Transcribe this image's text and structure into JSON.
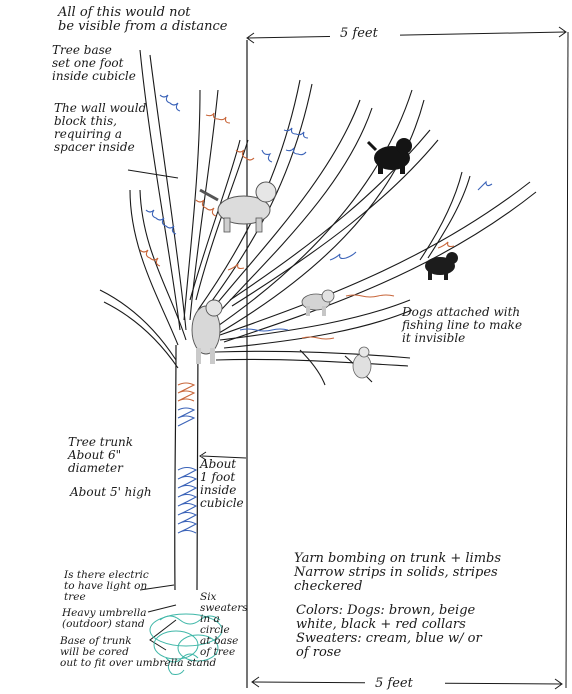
{
  "colors": {
    "ink": "#1a1a1a",
    "yarn_blue": "#3b63b8",
    "yarn_orange": "#c8663a",
    "sweater_teal": "#3fb7a8",
    "dog_white": "#d9d9d9",
    "dog_black": "#141414"
  },
  "dimensions": {
    "top": "5 feet",
    "bottom": "5 feet"
  },
  "notes": {
    "distance": "All of this would not\nbe visible from a distance",
    "tree_base": "Tree base\nset one foot\ninside cubicle",
    "wall": "The wall would\nblock this,\nrequiring a\nspacer inside",
    "dogs": "Dogs attached with\nfishing line to make\nit invisible",
    "trunk_diameter": "Tree trunk\nAbout 6\"\ndiameter",
    "trunk_height": "About 5' high",
    "inside_cubicle": "About\n1 foot\ninside\ncubicle",
    "electric": "Is there electric\nto have light on\ntree",
    "stand": "Heavy umbrella\n(outdoor) stand",
    "trunk_base": "Base of trunk\nwill be cored\nout to fit over umbrella stand",
    "sweaters": "Six\nsweaters\nin a circle\nat base\nof tree",
    "yarn": "Yarn bombing on trunk + limbs\nNarrow strips in solids, stripes\ncheckered",
    "colors": "Colors: Dogs: brown, beige\nwhite, black + red collars\nSweaters: cream, blue w/ or\nof rose"
  }
}
